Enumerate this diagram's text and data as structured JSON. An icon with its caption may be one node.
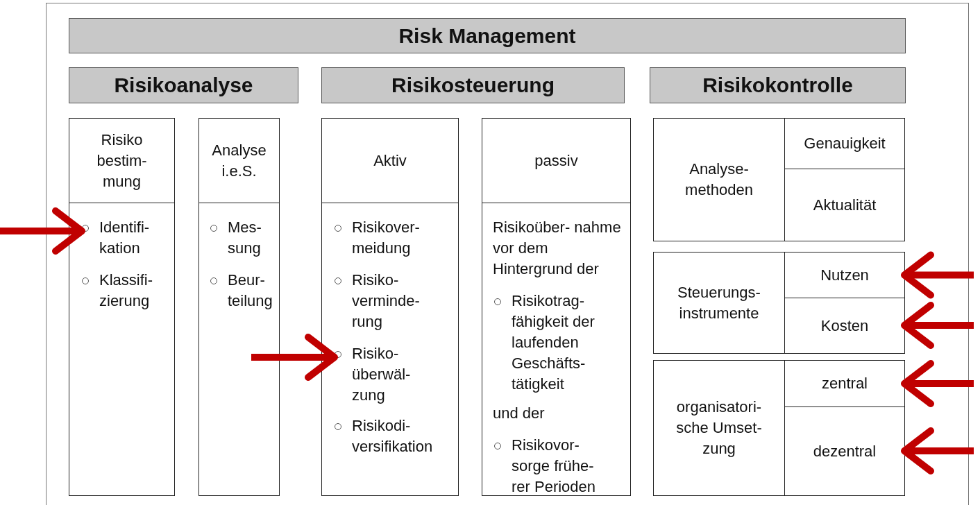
{
  "diagram": {
    "nodes": [
      {
        "text": [
          "Risk Management"
        ]
      },
      {
        "text": [
          "Risikoanalyse"
        ]
      },
      {
        "text": [
          "Risikosteuerung"
        ]
      },
      {
        "text": [
          "Risikokontrolle"
        ]
      },
      {
        "text": [
          "Risiko bestim- mung"
        ]
      },
      {
        "text": [
          "Identifi- kation"
        ],
        "in": 4
      },
      {
        "text": [
          "Klassifi- zierung"
        ],
        "in": 4
      },
      {
        "text": [
          "Analyse i.e.S."
        ]
      },
      {
        "text": [
          "Mes- sung"
        ],
        "in": 7
      },
      {
        "text": [
          "Beur- teilung"
        ],
        "in": 7
      },
      {
        "text": [
          "Aktiv"
        ]
      },
      {
        "text": [
          "Risikover- meidung"
        ],
        "in": 10
      },
      {
        "text": [
          "Risiko- verminde- rung"
        ],
        "in": 10
      },
      {
        "text": [
          "Risiko- überwäl- zung"
        ],
        "in": 10
      },
      {
        "text": [
          "Risikodi- versifikation"
        ],
        "in": 10
      },
      {
        "text": [
          "passiv"
        ]
      },
      {
        "text": [
          "Risikoüber- nahme vor dem Hintergrund der"
        ],
        "in": 15
      },
      {
        "text": [
          "Risikotrag- fähigkeit der laufenden Geschäfts- tätigkeit"
        ],
        "in": 15
      },
      {
        "text": [
          "und der"
        ],
        "in": 15
      },
      {
        "text": [
          "Risikovor- sorge frühe- rer Perioden"
        ],
        "in": 15
      },
      {
        "text": [
          "Analyse- methoden"
        ]
      },
      {
        "text": [
          "Genauigkeit"
        ],
        "in": 20
      },
      {
        "text": [
          "Aktualität"
        ],
        "in": 20
      },
      {
        "text": [
          "Steuerungs- instrumente"
        ]
      },
      {
        "text": [
          "Nutzen"
        ],
        "in": 23
      },
      {
        "text": [
          "Kosten"
        ],
        "in": 23
      },
      {
        "text": [
          "organisatori- sche Umset- zung"
        ]
      },
      {
        "text": [
          "zentral"
        ],
        "in": 26
      },
      {
        "text": [
          "dezentral"
        ],
        "in": 26
      }
    ],
    "edges": [
      {
        "from": null,
        "to": 5,
        "arrow": "to"
      },
      {
        "from": null,
        "to": 13,
        "arrow": "to"
      },
      {
        "from": null,
        "to": 24,
        "arrow": "to"
      },
      {
        "from": null,
        "to": 25,
        "arrow": "to"
      },
      {
        "from": null,
        "to": 27,
        "arrow": "to"
      },
      {
        "from": null,
        "to": 28,
        "arrow": "to"
      }
    ]
  }
}
